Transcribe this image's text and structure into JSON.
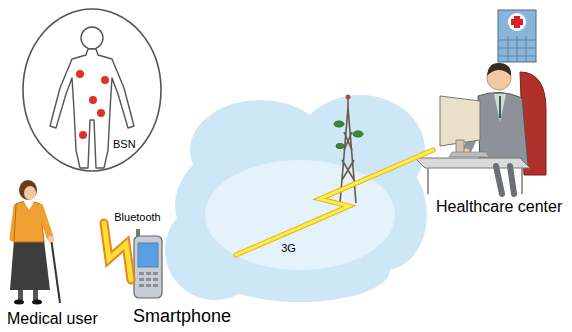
{
  "diagram": {
    "nodes": [
      {
        "text": [
          "BSN"
        ]
      },
      {
        "text": [
          "Medical user"
        ]
      },
      {
        "text": [
          "Smartphone"
        ]
      },
      {
        "text": [
          "Healthcare center"
        ]
      }
    ],
    "edges": [
      {
        "from": 1,
        "to": 2,
        "label": "Bluetooth",
        "arrow": "none"
      },
      {
        "from": 2,
        "to": 3,
        "label": "3G",
        "arrow": "none"
      }
    ]
  }
}
